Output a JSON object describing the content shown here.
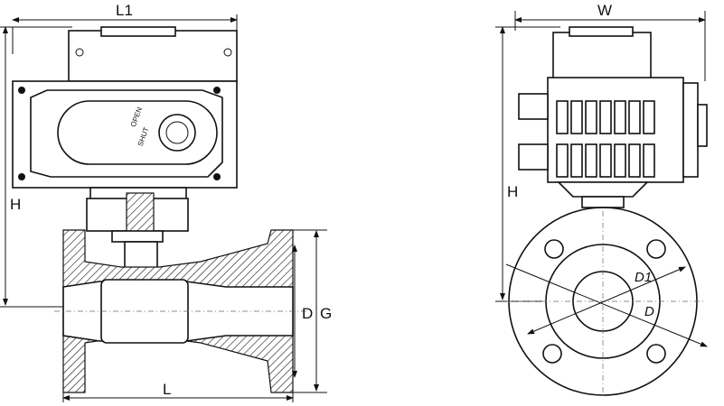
{
  "front_view": {
    "labels": {
      "overall_length_top": "L1",
      "height": "H",
      "flange_diameter": "D",
      "flange_g": "G",
      "face_to_face": "L"
    }
  },
  "side_view": {
    "labels": {
      "width": "W",
      "height": "H",
      "bolt_circle": "D1",
      "flange_diameter": "D"
    }
  }
}
